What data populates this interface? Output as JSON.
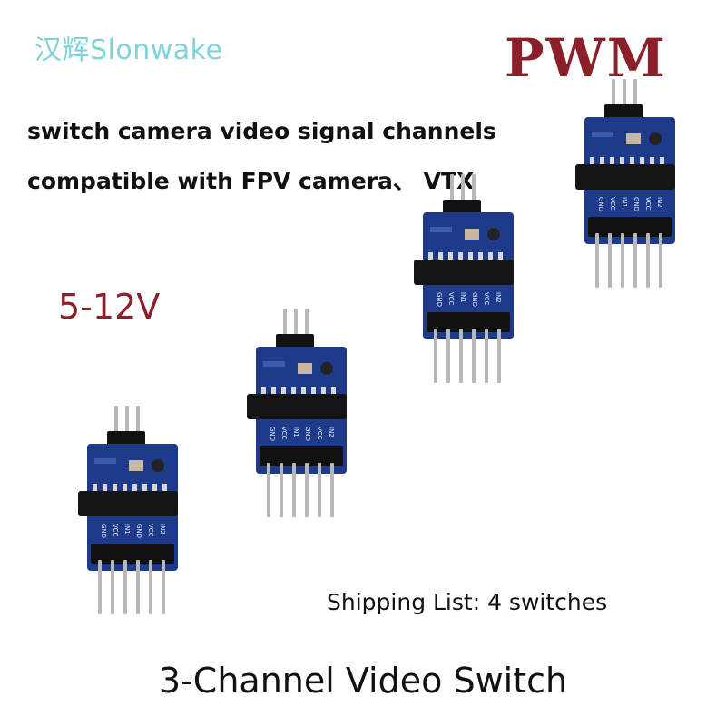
{
  "brand": "汉辉Slonwake",
  "badge": "PWM",
  "features": [
    "switch camera video signal channels",
    "compatible with FPV camera、 VTX"
  ],
  "voltage": "5-12V",
  "shipping": "Shipping List: 4 switches",
  "product_title": "3-Channel Video Switch",
  "board_pin_labels": [
    "GND",
    "VCC",
    "IN1",
    "GND",
    "VCC",
    "IN2"
  ],
  "module_count": 4,
  "colors": {
    "board": "#1d3b8a",
    "header": "#111111",
    "pin": "#b8b8b8",
    "badge": "#8b1f2a",
    "brand": "#7fd3d9"
  }
}
